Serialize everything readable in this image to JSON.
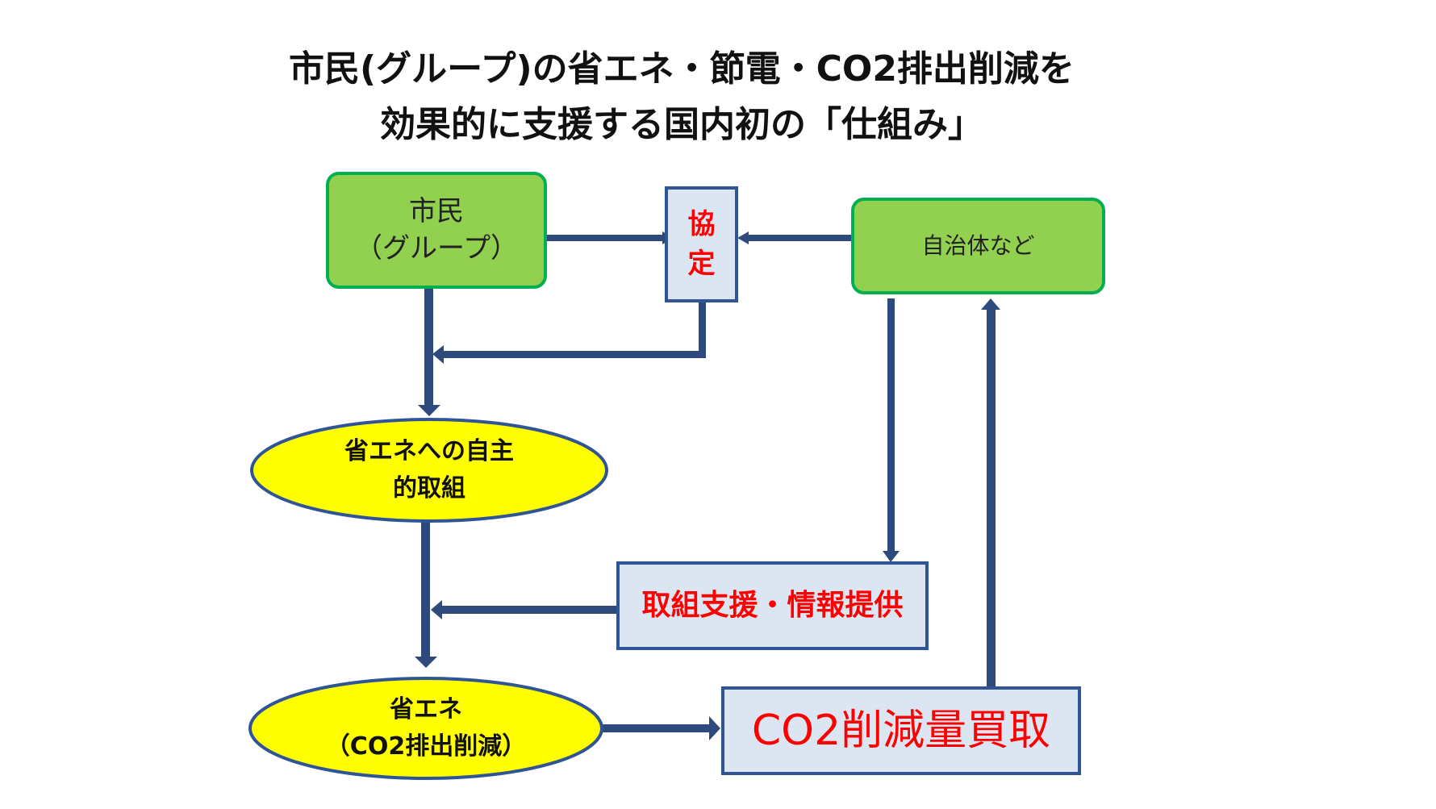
{
  "title": {
    "line1": "市民(グループ)の省エネ・節電・CO2排出削減を",
    "line2": "効果的に支援する国内初の「仕組み」"
  },
  "nodes": {
    "citizen": {
      "line1": "市民",
      "line2": "（グループ）"
    },
    "agreement": {
      "line1": "協",
      "line2": "定"
    },
    "municipality": {
      "label": "自治体など"
    },
    "voluntary": {
      "line1": "省エネへの自主",
      "line2": "的取組"
    },
    "support": {
      "label": "取組支援・情報提供"
    },
    "reduction": {
      "line1": "省エネ",
      "line2": "（CO2排出削減）"
    },
    "purchase": {
      "label": "CO2削減量買取"
    }
  },
  "colors": {
    "green_fill": "#92d050",
    "green_border": "#00b050",
    "yellow_fill": "#ffff00",
    "box_fill": "#dce6f2",
    "box_border": "#2f5597",
    "arrow": "#2e4a7d",
    "red_text": "#ff0000"
  }
}
